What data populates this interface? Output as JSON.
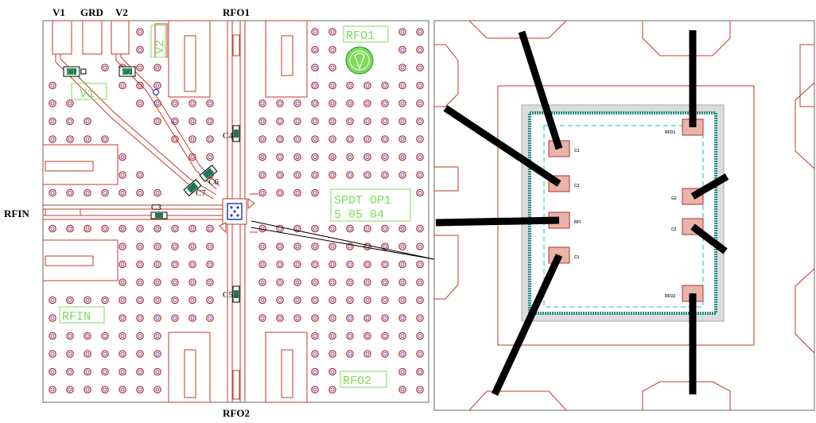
{
  "left_panel": {
    "top_labels": [
      "V1",
      "GRD",
      "V2"
    ],
    "port_top": "RFO1",
    "port_bottom": "RFO2",
    "port_left": "RFIN",
    "green_text": {
      "v2": "V2",
      "v1": "V1",
      "rfo1": "RFO1",
      "rfo2": "RFO2",
      "rfin": "RFIN",
      "spdt_line1": "SPDT OP1",
      "spdt_line2": "5 05 04"
    },
    "caps": {
      "c1": "C1",
      "c2": "C2",
      "c3": "C3",
      "c4": "C4",
      "c5": "C5",
      "c6": "C6",
      "c7": "C7"
    }
  },
  "right_panel": {
    "pads_left": [
      "C1",
      "C2",
      "RFI",
      "C1"
    ],
    "pads_right": [
      "RFO1",
      "G2",
      "C2",
      "RFO2"
    ]
  },
  "colors": {
    "trace": "#c0392b",
    "via": "#cc2020",
    "green": "#7ddc5a",
    "cap_body": "#1a7a55",
    "bond": "#000000",
    "pad_fill": "#e8b4a8",
    "die_border": "#2a8f84"
  }
}
